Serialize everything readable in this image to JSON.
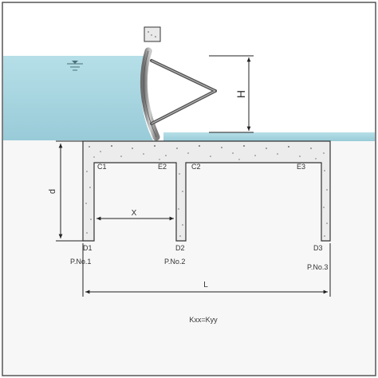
{
  "labels": {
    "H": "H",
    "d": "d",
    "x": "X",
    "L": "L",
    "C1": "C1",
    "E2": "E2",
    "C2": "C2",
    "E3": "E3",
    "D1": "D1",
    "D2": "D2",
    "D3": "D3",
    "pile1": "P.No.1",
    "pile2": "P.No.2",
    "pile3": "P.No.3",
    "permeability": "Kxx=Kyy"
  },
  "colors": {
    "water": "#a9d8e2",
    "water_dark": "#8ec6d3",
    "soil": "#f6f6f6",
    "concrete": "#eeeeee",
    "gate": "#9a9a9a",
    "line": "#222222"
  }
}
